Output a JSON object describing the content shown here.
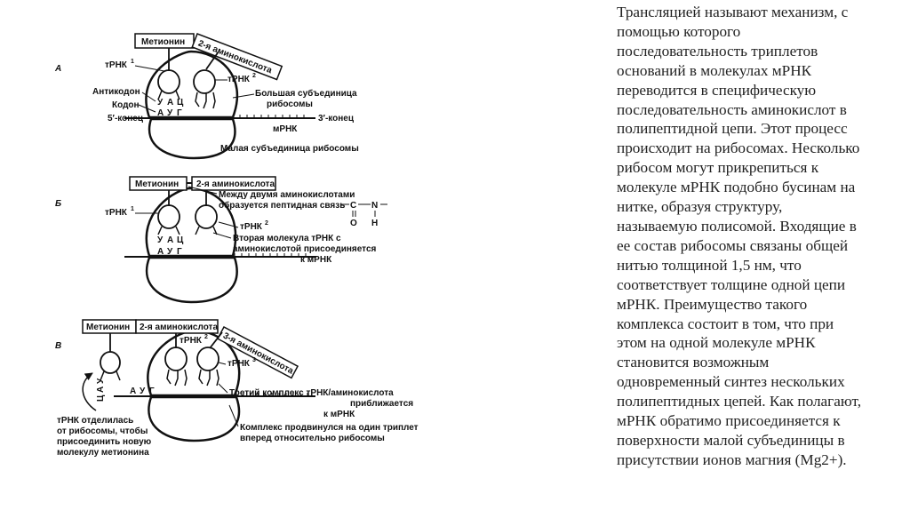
{
  "panels": {
    "a": {
      "letter": "А",
      "box1": "Метионин",
      "box2": "2-я аминокислота",
      "trna1": "тРНК",
      "trna1_sup": "1",
      "trna2": "тРНК",
      "trna2_sup": "2",
      "anticodon": "Антикодон",
      "codon": "Кодон",
      "end5": "5′-конец",
      "end3": "3′-конец",
      "mrna": "мРНК",
      "large1": "Большая субъединица",
      "large2": "рибосомы",
      "small": "Малая субъединица рибосомы",
      "anti_bases": [
        "У",
        "А",
        "Ц"
      ],
      "codon_bases": [
        "А",
        "У",
        "Г"
      ]
    },
    "b": {
      "letter": "Б",
      "box1": "Метионин",
      "box2": "2-я аминокислота",
      "trna1": "тРНК",
      "trna1_sup": "1",
      "trna2": "тРНК",
      "trna2_sup": "2",
      "peptide1": "Между двумя аминокислотами",
      "peptide2": "образуется пептидная связь",
      "bond_c": "C",
      "bond_n": "N",
      "bond_o": "O",
      "bond_h": "H",
      "second1": "Вторая молекула тРНК с",
      "second2": "аминокислотой присоединяется",
      "second3": "к мРНК",
      "anti_bases": [
        "У",
        "А",
        "Ц"
      ],
      "codon_bases": [
        "А",
        "У",
        "Г"
      ]
    },
    "c": {
      "letter": "В",
      "box1": "Метионин",
      "box2": "2-я аминокислота",
      "box3": "3-я аминокислота",
      "trna2": "тРНК",
      "trna2_sup": "2",
      "trna3": "тРНК",
      "trna3_sup": "3",
      "third1": "Третий комплекс тРНК/аминокислота",
      "third2": "приближается",
      "third3": "к мРНК",
      "moves1": "Комплекс продвинулся на один триплет",
      "moves2": "вперед относительно рибосомы",
      "left1": "тРНК отделилась",
      "left2": "от рибосомы, чтобы",
      "left3": "присоединить новую",
      "left4": "молекулу метионина",
      "released_bases": [
        "У",
        "А",
        "Ц"
      ],
      "codon_bases": [
        "А",
        "У",
        "Г"
      ]
    }
  },
  "description": "Трансляцией называют механизм, с\nпомощью которого\nпоследовательность триплетов\nоснований в молекулах мРНК\nпереводится в специфическую\nпоследовательность аминокислот в\nполипептидной цепи. Этот процесс\nпроисходит на рибосомах. Несколько\nрибосом могут прикрепиться к\nмолекуле мРНК подобно бусинам на\nнитке, образуя структуру,\nназываемую полисомой. Входящие в\nее состав рибосомы связаны общей\nнитью толщиной 1,5 нм, что\nсоответствует толщине одной цепи\nмРНК. Преимущество такого\nкомплекса состоит в том, что при\nэтом на одной молекуле мРНК\nстановится возможным\nодновременный синтез нескольких\nполипептидных цепей. Как полагают,\nмРНК обратимо присоединяется к\nповерхности малой субъединицы в\nприсутствии ионов магния (Mg2+)."
}
